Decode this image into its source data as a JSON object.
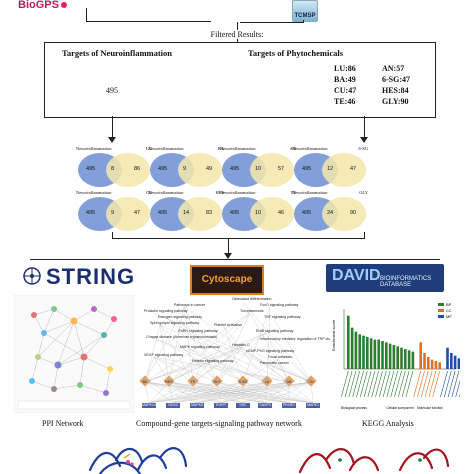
{
  "top": {
    "left_logo": "BioGPS",
    "right_logo": "TCMSP",
    "filtered_title": "Filtered Results:"
  },
  "targets": {
    "neuro_heading": "Targets of Neuroinflammation",
    "neuro_count": "495",
    "phyto_heading": "Targets of Phytochemicals",
    "phyto_left": [
      "LU:86",
      "BA:49",
      "CU:47",
      "TE:46"
    ],
    "phyto_right": [
      "AN:57",
      "6-SG:47",
      "HES:84",
      "GLY:90"
    ]
  },
  "venns": [
    {
      "left": "Neuroinflammation",
      "right": "LU",
      "a": "495",
      "ab": "8",
      "b": "86"
    },
    {
      "left": "Neuroinflammation",
      "right": "BA",
      "a": "495",
      "ab": "9",
      "b": "49"
    },
    {
      "left": "Neuroinflammation",
      "right": "AN",
      "a": "495",
      "ab": "10",
      "b": "57"
    },
    {
      "left": "Neuroinflammation",
      "right": "6-SG",
      "a": "495",
      "ab": "12",
      "b": "47"
    },
    {
      "left": "Neuroinflammation",
      "right": "CU",
      "a": "495",
      "ab": "9",
      "b": "47"
    },
    {
      "left": "Neuroinflammation",
      "right": "HES",
      "a": "495",
      "ab": "14",
      "b": "83"
    },
    {
      "left": "Neuroinflammation",
      "right": "TE",
      "a": "495",
      "ab": "10",
      "b": "46"
    },
    {
      "left": "Neuroinflammation",
      "right": "GLY",
      "a": "495",
      "ab": "24",
      "b": "90"
    }
  ],
  "tools": {
    "string_logo": "STRING",
    "cytoscape_logo": "Cytoscape",
    "david_logo": "DAVID",
    "david_sub": "BIOINFORMATICS DATABASE"
  },
  "captions": {
    "ppi": "PPI Network",
    "compound": "Compound-gene targets-signaling pathway network",
    "kegg": "KEGG Analysis"
  },
  "network": {
    "pathways": [
      "Osteoclast differentiation",
      "Pathways in cancer",
      "FoxO signaling pathway",
      "Prolactin signaling pathway",
      "Toxoplasmosis",
      "Estrogen signaling pathway",
      "TNF signaling pathway",
      "Sphingolipid signaling pathway",
      "Platelet activation",
      "GnRH signaling pathway",
      "ErbB signaling pathway",
      "Chagas disease (American trypanosomiasis)",
      "Inflammatory mediator regulation of TRP channels",
      "Hepatitis C",
      "MAPK signaling pathway",
      "cGMP-PKG signaling pathway",
      "VEGF signaling pathway",
      "Focal adhesion",
      "Pancreatic cancer",
      "Relaxin signaling pathway"
    ],
    "compounds": [
      "BA",
      "HES",
      "TE",
      "GLY",
      "6-SG",
      "LU",
      "AN",
      "CU"
    ],
    "genes": [
      "MAPK14",
      "NOS3",
      "MAPK8",
      "EGFR",
      "SRC",
      "CASP3",
      "PPARG",
      "MAPK1"
    ]
  },
  "chart_data": {
    "type": "bar",
    "legend": [
      "BP",
      "CC",
      "MF"
    ],
    "series": [
      {
        "name": "BP",
        "values": [
          40,
          31,
          28,
          26,
          25,
          24,
          23,
          22,
          22,
          21,
          20,
          19,
          18,
          17,
          16,
          15,
          14,
          13
        ]
      },
      {
        "name": "CC",
        "values": [
          20,
          12,
          9,
          7,
          6,
          5
        ]
      },
      {
        "name": "MF",
        "values": [
          16,
          12,
          10,
          8,
          7,
          6,
          5
        ]
      }
    ],
    "ylabel": "Enrichment score",
    "colors": {
      "BP": "#2e7d32",
      "CC": "#e07020",
      "MF": "#1f4fa0"
    },
    "group_labels": [
      "Biological process",
      "Cellular component",
      "Molecular function"
    ]
  },
  "colors": {
    "venn_left": "#6c8ed2",
    "venn_right": "#f4e8aa",
    "gene_node": "#4a5fa8",
    "compound_node": "#e8a060"
  }
}
